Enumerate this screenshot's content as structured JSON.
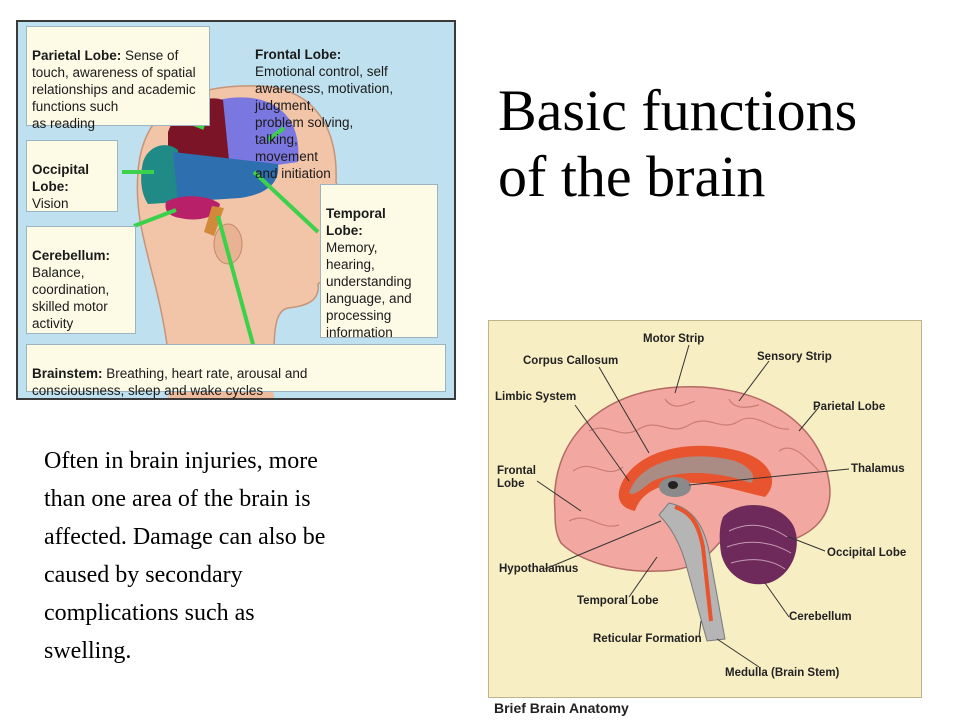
{
  "slide": {
    "title": "Basic functions\nof the brain",
    "paragraph": "Often in brain injuries, more\nthan one area of the brain is\naffected.  Damage can also be\ncaused by secondary\ncomplications such as\nswelling."
  },
  "left_diagram": {
    "parietal": {
      "name": "Parietal Lobe:",
      "desc": " Sense of\ntouch, awareness of spatial\nrelationships and academic\nfunctions such\nas reading"
    },
    "frontal": {
      "name": "Frontal Lobe:",
      "desc": "\nEmotional control, self\nawareness, motivation,\n            judgment,\n               problem solving,\n               talking,\n               movement\n               and initiation"
    },
    "occipital": {
      "name": "Occipital\nLobe:",
      "desc": "\nVision"
    },
    "temporal": {
      "name": "Temporal\nLobe:",
      "desc": "\nMemory,\nhearing,\nunderstanding\nlanguage, and\nprocessing\ninformation"
    },
    "cerebellum": {
      "name": "Cerebellum:",
      "desc": "\nBalance,\ncoordination,\nskilled motor\nactivity"
    },
    "brainstem": {
      "name": "Brainstem:",
      "desc": " Breathing, heart rate, arousal and\nconsciousness, sleep and wake cycles"
    },
    "colors": {
      "frontal": "#7b77e0",
      "parietal": "#7a1426",
      "occipital": "#1f8a86",
      "temporal": "#2e6fb0",
      "cerebellum": "#b8206a",
      "arrow": "#3bd14a"
    }
  },
  "right_diagram": {
    "caption": "Brief Brain Anatomy",
    "labels": {
      "motor_strip": "Motor Strip",
      "corpus_callosum": "Corpus Callosum",
      "sensory_strip": "Sensory Strip",
      "limbic_system": "Limbic System",
      "parietal_lobe": "Parietal Lobe",
      "frontal_lobe": "Frontal\nLobe",
      "thalamus": "Thalamus",
      "occipital_lobe": "Occipital Lobe",
      "hypothalamus": "Hypothalamus",
      "temporal_lobe": "Temporal Lobe",
      "cerebellum": "Cerebellum",
      "reticular_formation": "Reticular Formation",
      "medulla": "Medulla (Brain Stem)"
    },
    "colors": {
      "brain": "#f2a8a0",
      "limbic": "#e8542e",
      "cerebellum": "#6e2a5a",
      "background": "#f8eec4"
    }
  }
}
